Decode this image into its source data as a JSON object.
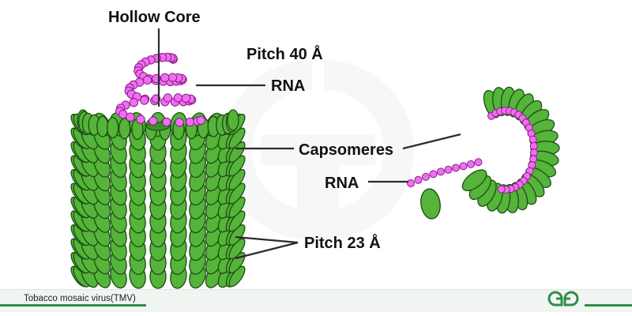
{
  "labels": {
    "hollow_core": "Hollow Core",
    "pitch_40": "Pitch 40 Å",
    "rna_top": "RNA",
    "capsomeres": "Capsomeres",
    "rna_right": "RNA",
    "pitch_23": "Pitch 23 Å"
  },
  "footer": {
    "caption": "Tobacco mosaic virus(TMV)",
    "logo_icon": "gfg-logo-icon"
  },
  "colors": {
    "capsomere_fill": "#55b43a",
    "capsomere_stroke": "#1d4d12",
    "rna_bead_fill": "#f06ef0",
    "rna_bead_stroke": "#8a1c8a",
    "brand_green": "#2f8d46",
    "watermark": "#eef3ef"
  }
}
